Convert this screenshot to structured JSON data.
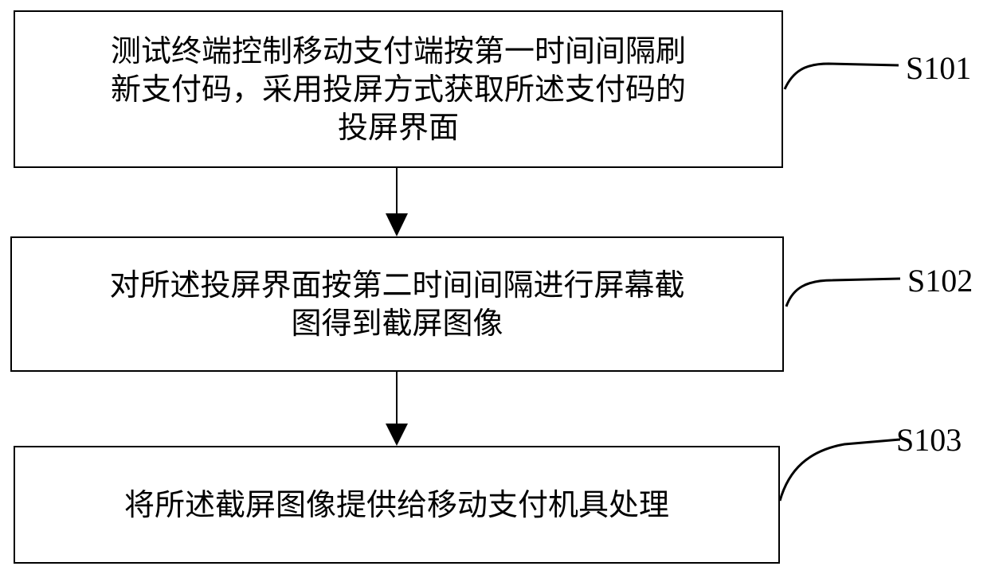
{
  "flowchart": {
    "steps": [
      {
        "id": "S101",
        "text": "测试终端控制移动支付端按第一时间间隔刷\n新支付码，采用投屏方式获取所述支付码的\n投屏界面"
      },
      {
        "id": "S102",
        "text": "对所述投屏界面按第二时间间隔进行屏幕截\n图得到截屏图像"
      },
      {
        "id": "S103",
        "text": "将所述截屏图像提供给移动支付机具处理"
      }
    ]
  }
}
